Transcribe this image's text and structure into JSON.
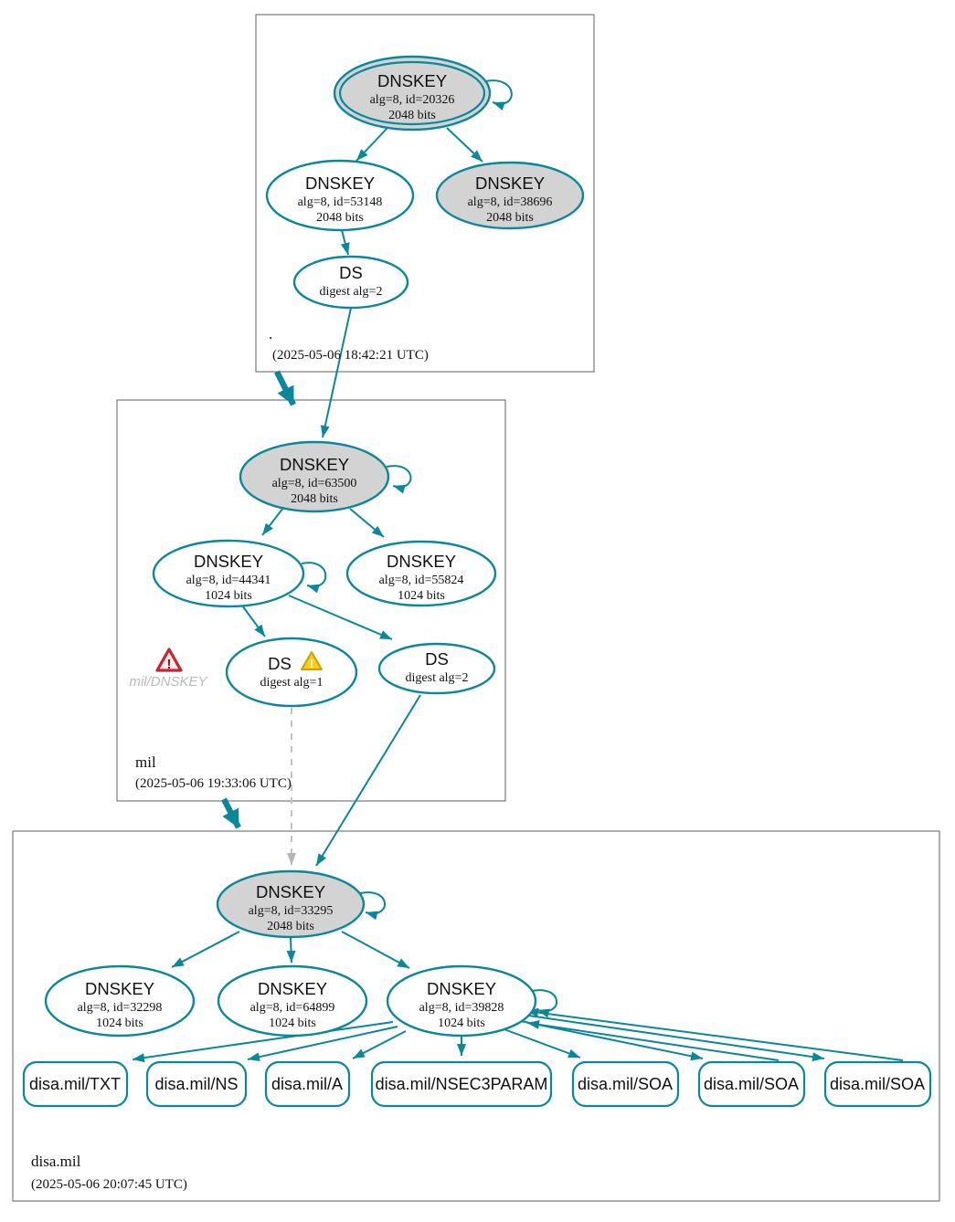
{
  "zones": {
    "root": {
      "label": ".",
      "timestamp": "(2025-05-06 18:42:21 UTC)"
    },
    "mil": {
      "label": "mil",
      "timestamp": "(2025-05-06 19:33:06 UTC)"
    },
    "disa": {
      "label": "disa.mil",
      "timestamp": "(2025-05-06 20:07:45 UTC)"
    }
  },
  "nodes": {
    "root_ksk": {
      "title": "DNSKEY",
      "detail": "alg=8, id=20326",
      "bits": "2048 bits"
    },
    "root_zsk": {
      "title": "DNSKEY",
      "detail": "alg=8, id=53148",
      "bits": "2048 bits"
    },
    "root_key_38696": {
      "title": "DNSKEY",
      "detail": "alg=8, id=38696",
      "bits": "2048 bits"
    },
    "root_ds": {
      "title": "DS",
      "detail": "digest alg=2"
    },
    "mil_ksk": {
      "title": "DNSKEY",
      "detail": "alg=8, id=63500",
      "bits": "2048 bits"
    },
    "mil_zsk": {
      "title": "DNSKEY",
      "detail": "alg=8, id=44341",
      "bits": "1024 bits"
    },
    "mil_key_55824": {
      "title": "DNSKEY",
      "detail": "alg=8, id=55824",
      "bits": "1024 bits"
    },
    "mil_ds1": {
      "title": "DS",
      "detail": "digest alg=1"
    },
    "mil_ds2": {
      "title": "DS",
      "detail": "digest alg=2"
    },
    "mil_error_caption": "mil/DNSKEY",
    "disa_ksk": {
      "title": "DNSKEY",
      "detail": "alg=8, id=33295",
      "bits": "2048 bits"
    },
    "disa_key_32298": {
      "title": "DNSKEY",
      "detail": "alg=8, id=32298",
      "bits": "1024 bits"
    },
    "disa_key_64899": {
      "title": "DNSKEY",
      "detail": "alg=8, id=64899",
      "bits": "1024 bits"
    },
    "disa_zsk": {
      "title": "DNSKEY",
      "detail": "alg=8, id=39828",
      "bits": "1024 bits"
    },
    "rr_txt": "disa.mil/TXT",
    "rr_ns": "disa.mil/NS",
    "rr_a": "disa.mil/A",
    "rr_nsec3param": "disa.mil/NSEC3PARAM",
    "rr_soa1": "disa.mil/SOA",
    "rr_soa2": "disa.mil/SOA",
    "rr_soa3": "disa.mil/SOA"
  },
  "colors": {
    "secure_teal": "#0a879a",
    "ksk_fill": "#d3d3d3",
    "warning_yellow": "#f8cf15",
    "error_red": "#c5262c",
    "insecure_dashed_gray": "#c3c3c3"
  }
}
